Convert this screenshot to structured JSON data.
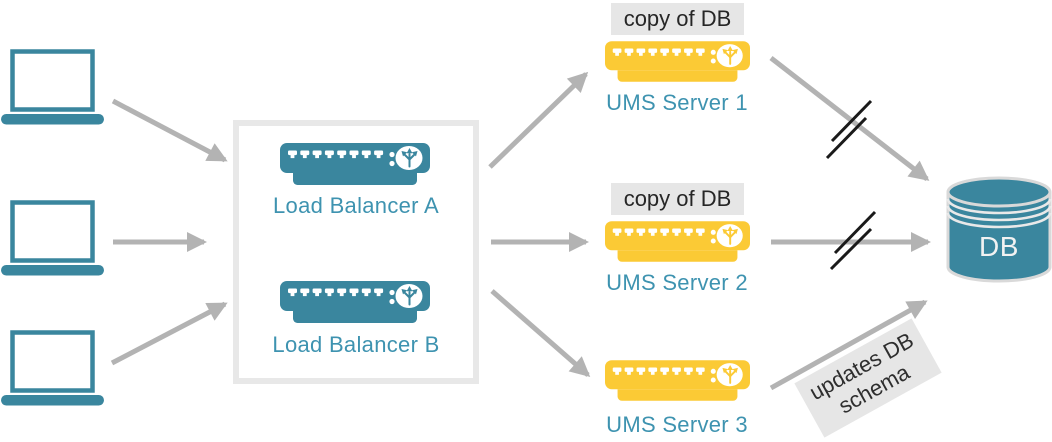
{
  "colors": {
    "teal": "#3A869E",
    "tealText": "#3E93B0",
    "yellow": "#FBCA35",
    "arrow": "#B3B3B3",
    "slash": "#1A1A1A",
    "labelBg": "#E6E6E6",
    "boxBorder": "#E8E8E8",
    "darkText": "#262626"
  },
  "clients": {
    "count": 3,
    "icon": "laptop-icon"
  },
  "load_balancer_group": {
    "items": [
      {
        "label": "Load Balancer A",
        "icon": "appliance-server-icon"
      },
      {
        "label": "Load Balancer B",
        "icon": "appliance-server-icon"
      }
    ]
  },
  "ums_servers": [
    {
      "label": "UMS Server 1",
      "badge": "copy of DB",
      "db_link": "broken-double-slash"
    },
    {
      "label": "UMS Server 2",
      "badge": "copy of DB",
      "db_link": "broken-double-slash"
    },
    {
      "label": "UMS Server 3",
      "badge": "",
      "db_link_label": "updates DB schema"
    }
  ],
  "database": {
    "label": "DB",
    "icon": "db-cylinder-icon"
  }
}
